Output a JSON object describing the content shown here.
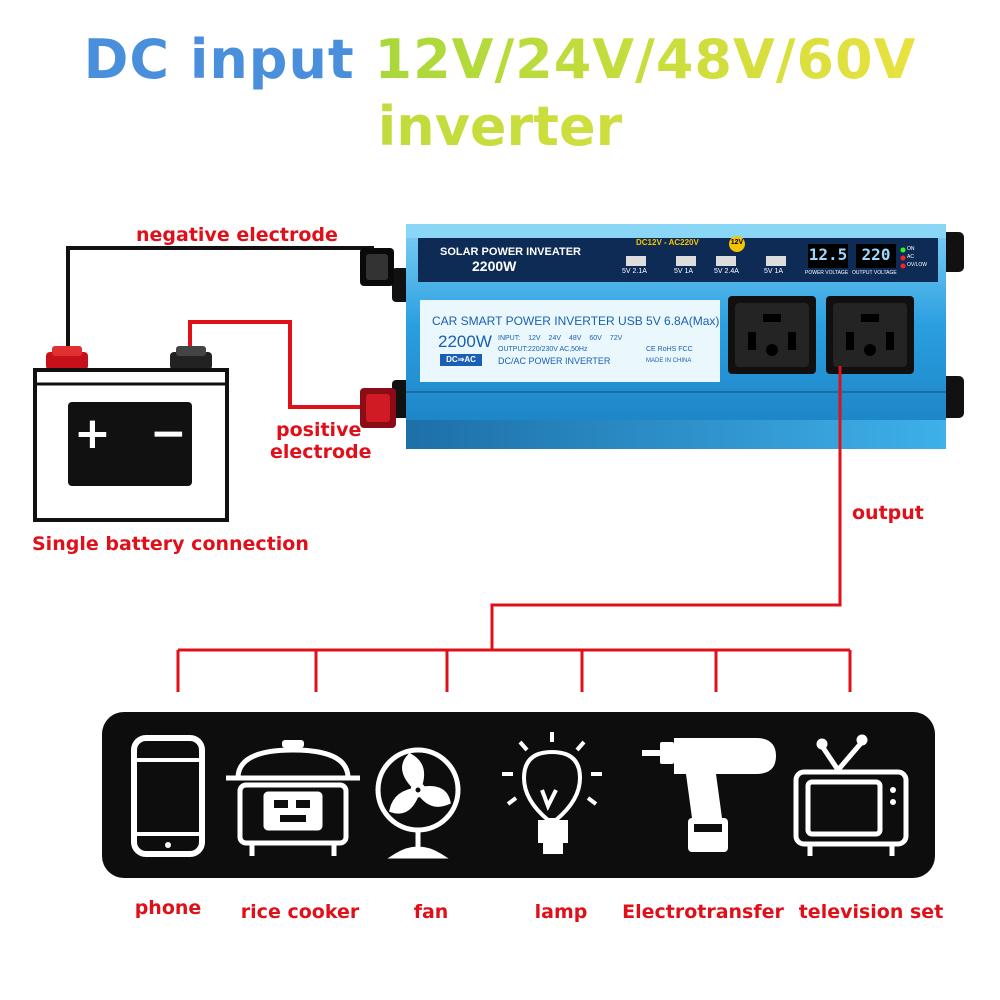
{
  "title": {
    "line1_prefix": "DC input ",
    "line1_voltages": "12V/24V/48V/60V",
    "line2": "inverter"
  },
  "labels": {
    "negative": "negative electrode",
    "positive_line1": "positive",
    "positive_line2": "electrode",
    "battery": "Single battery connection",
    "output": "output"
  },
  "battery": {
    "plus": "+",
    "minus": "−"
  },
  "inverter": {
    "brand": "SOLAR POWER INVEATER",
    "brand_watt": "2200W",
    "range": "DC12V - AC220V",
    "badge": "12V",
    "usb": [
      "5V 2.1A",
      "5V 1A",
      "5V 2.4A",
      "5V 1A"
    ],
    "display_input": "12.5",
    "display_output": "220",
    "display_input_label": "POWER VOLTAGE",
    "display_output_label": "OUTPUT VOLTAGE",
    "led_labels": [
      "ON",
      "AC",
      "OV/LOW"
    ],
    "panel_title": "CAR SMART POWER INVERTER USB 5V 6.8A(Max)",
    "panel_watt": "2200W",
    "panel_input_label": "INPUT:",
    "panel_inputs": [
      "12V",
      "24V",
      "48V",
      "60V",
      "72V"
    ],
    "panel_output": "OUTPUT:220/230V AC,50Hz",
    "panel_dcac_badge": "DC⇒AC",
    "panel_dcac": "DC/AC POWER INVERTER",
    "panel_certs": "CE RoHS FCC",
    "panel_made": "MADE IN CHINA"
  },
  "devices": [
    {
      "label": "phone",
      "icon": "phone-icon"
    },
    {
      "label": "rice cooker",
      "icon": "rice-cooker-icon"
    },
    {
      "label": "fan",
      "icon": "fan-icon"
    },
    {
      "label": "lamp",
      "icon": "lamp-icon"
    },
    {
      "label": "Electrotransfer",
      "icon": "drill-icon"
    },
    {
      "label": "television set",
      "icon": "television-icon"
    }
  ],
  "colors": {
    "wire_red": "#e0101a",
    "wire_black": "#111111",
    "inverter_blue": "#2a9fe0",
    "device_bar": "#0d0d0d"
  }
}
